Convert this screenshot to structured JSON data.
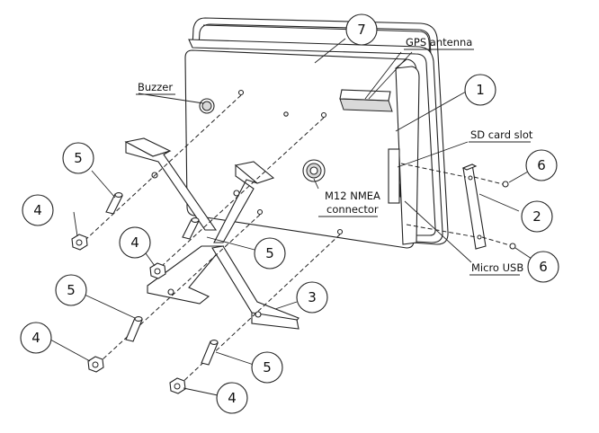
{
  "callouts": {
    "gps_antenna": "GPS antenna",
    "buzzer": "Buzzer",
    "sd_card_slot": "SD card slot",
    "m12_line1": "M12 NMEA",
    "m12_line2": "connector",
    "micro_usb": "Micro USB"
  },
  "balloons": {
    "n1": "1",
    "n2": "2",
    "n3": "3",
    "n4a": "4",
    "n4b": "4",
    "n4c": "4",
    "n4d": "4",
    "n5a": "5",
    "n5b": "5",
    "n5c": "5",
    "n5d": "5",
    "n6a": "6",
    "n6b": "6",
    "n7": "7"
  }
}
